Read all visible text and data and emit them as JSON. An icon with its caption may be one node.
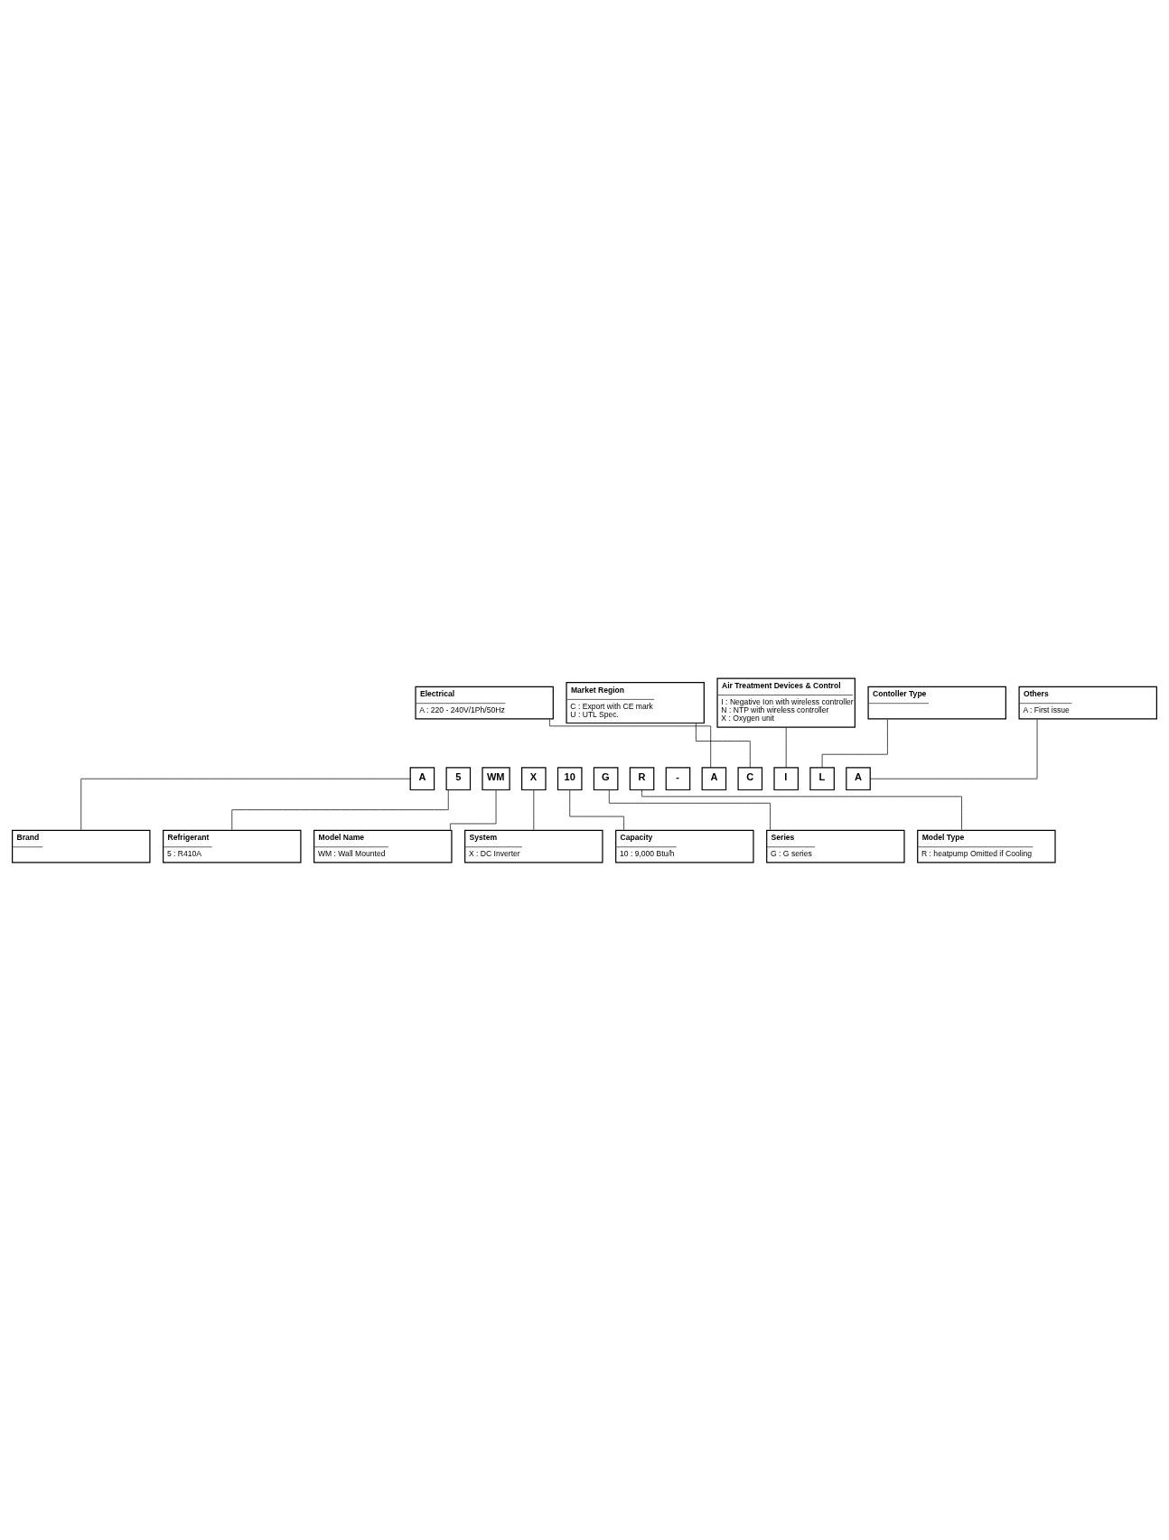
{
  "diagram": {
    "nodes": [
      {
        "text": [
          "Others",
          "A : First issue"
        ]
      },
      {
        "text": [
          "Contoller Type"
        ]
      },
      {
        "text": [
          "Air Treatment Devices & Control",
          "I : Negative Ion with wireless controller",
          "N : NTP with wireless controller",
          "X : Oxygen unit"
        ]
      },
      {
        "text": [
          "Market Region",
          "C : Export with CE mark",
          "U : UTL Spec."
        ]
      },
      {
        "text": [
          "Electrical",
          "A : 220 - 240V/1Ph/50Hz"
        ]
      },
      {
        "text": [
          "A"
        ]
      },
      {
        "text": [
          "5"
        ]
      },
      {
        "text": [
          "WM"
        ]
      },
      {
        "text": [
          "X"
        ]
      },
      {
        "text": [
          "10"
        ]
      },
      {
        "text": [
          "G"
        ]
      },
      {
        "text": [
          "R"
        ]
      },
      {
        "text": [
          "-"
        ]
      },
      {
        "text": [
          "A"
        ]
      },
      {
        "text": [
          "C"
        ]
      },
      {
        "text": [
          "I"
        ]
      },
      {
        "text": [
          "L"
        ]
      },
      {
        "text": [
          "A"
        ]
      },
      {
        "text": [
          "Model Type",
          "R : heatpump Omitted if Cooling"
        ]
      },
      {
        "text": [
          "Series",
          "G : G series"
        ]
      },
      {
        "text": [
          "Capacity",
          "10 : 9,000 Btu/h"
        ]
      },
      {
        "text": [
          "System",
          "X : DC Inverter"
        ]
      },
      {
        "text": [
          "Model Name",
          "WM : Wall Mounted"
        ]
      },
      {
        "text": [
          "Refrigerant",
          "5 : R410A"
        ]
      },
      {
        "text": [
          "Brand"
        ]
      }
    ],
    "edges": [
      {
        "from": 0,
        "to": 17,
        "arrow": "none"
      },
      {
        "from": 1,
        "to": 16,
        "arrow": "none"
      },
      {
        "from": 2,
        "to": 15,
        "arrow": "none"
      },
      {
        "from": 3,
        "to": 14,
        "arrow": "none"
      },
      {
        "from": 4,
        "to": 13,
        "arrow": "none"
      },
      {
        "from": 11,
        "to": 18,
        "arrow": "none"
      },
      {
        "from": 10,
        "to": 19,
        "arrow": "none"
      },
      {
        "from": 9,
        "to": 20,
        "arrow": "none"
      },
      {
        "from": 8,
        "to": 21,
        "arrow": "none"
      },
      {
        "from": 7,
        "to": 22,
        "arrow": "none"
      },
      {
        "from": 6,
        "to": 23,
        "arrow": "none"
      },
      {
        "from": 5,
        "to": 24,
        "arrow": "none"
      }
    ]
  }
}
